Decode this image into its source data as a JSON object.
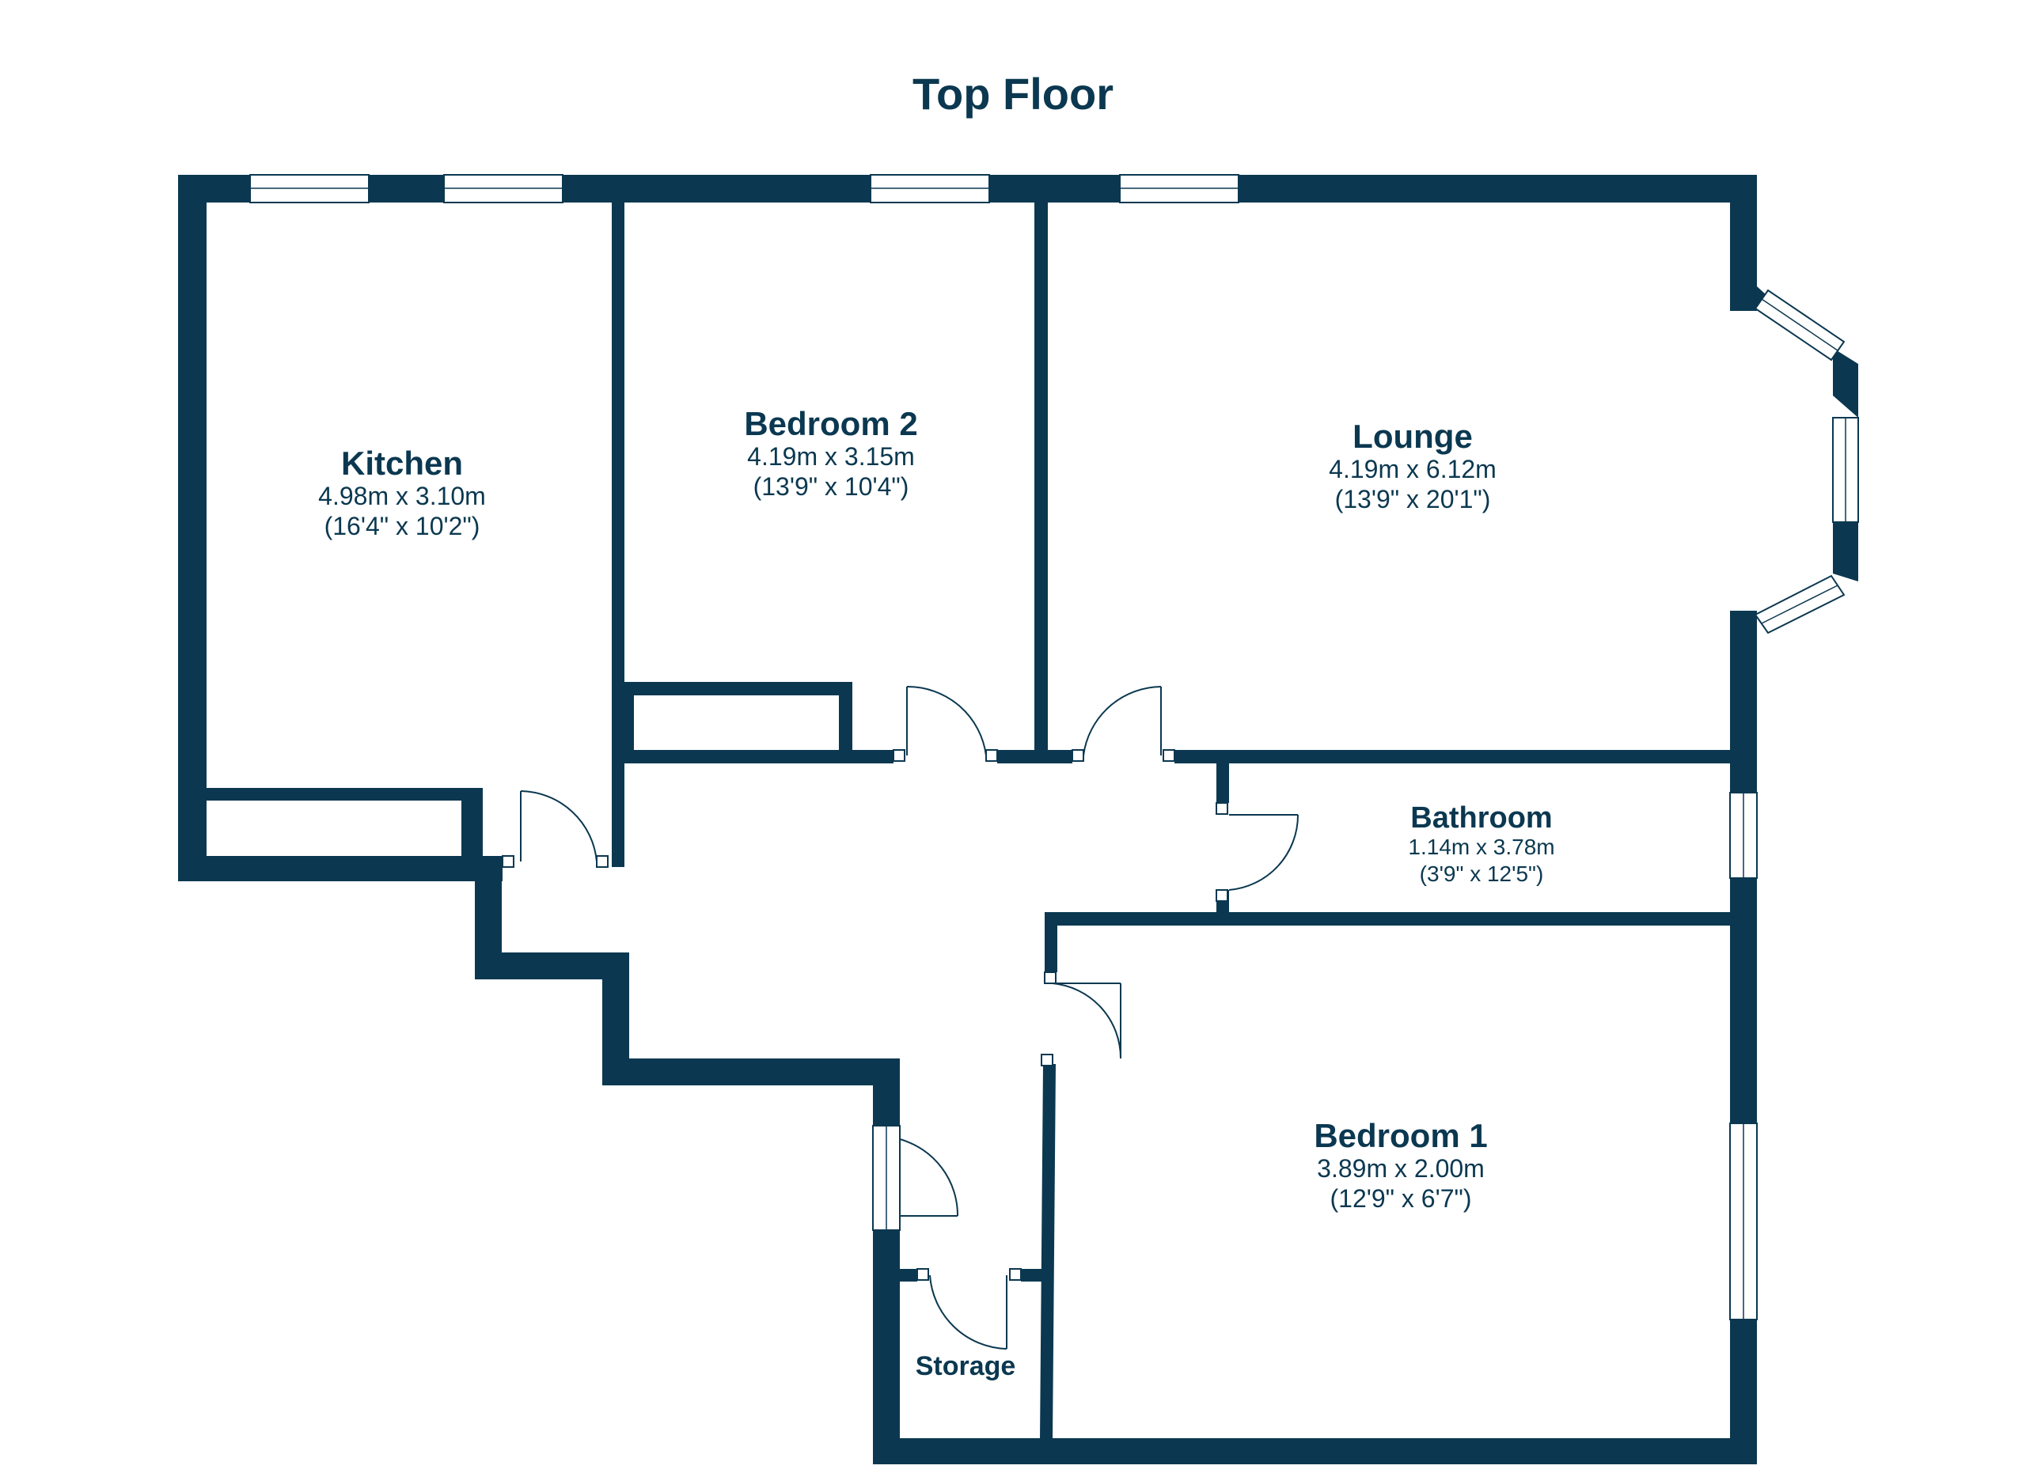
{
  "title": "Top Floor",
  "colors": {
    "wall": "#0b3850",
    "background": "#ffffff",
    "text": "#0b3850"
  },
  "rooms": {
    "kitchen": {
      "name": "Kitchen",
      "metric": "4.98m x 3.10m",
      "imperial": "(16'4\" x 10'2\")"
    },
    "bedroom2": {
      "name": "Bedroom 2",
      "metric": "4.19m x 3.15m",
      "imperial": "(13'9\" x 10'4\")"
    },
    "lounge": {
      "name": "Lounge",
      "metric": "4.19m x 6.12m",
      "imperial": "(13'9\" x 20'1\")"
    },
    "bathroom": {
      "name": "Bathroom",
      "metric": "1.14m x 3.78m",
      "imperial": "(3'9\" x 12'5\")"
    },
    "bedroom1": {
      "name": "Bedroom 1",
      "metric": "3.89m x 2.00m",
      "imperial": "(12'9\" x 6'7\")"
    },
    "storage": {
      "name": "Storage"
    }
  }
}
